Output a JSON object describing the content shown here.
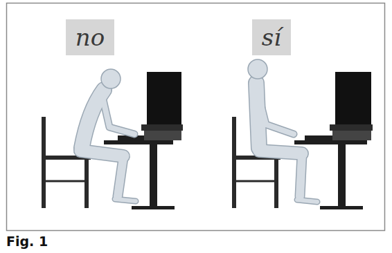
{
  "diagram": {
    "caption": "Fig. 1",
    "nodes": [
      {
        "text": [
          "no"
        ]
      },
      {
        "text": [
          "sí"
        ]
      }
    ]
  }
}
